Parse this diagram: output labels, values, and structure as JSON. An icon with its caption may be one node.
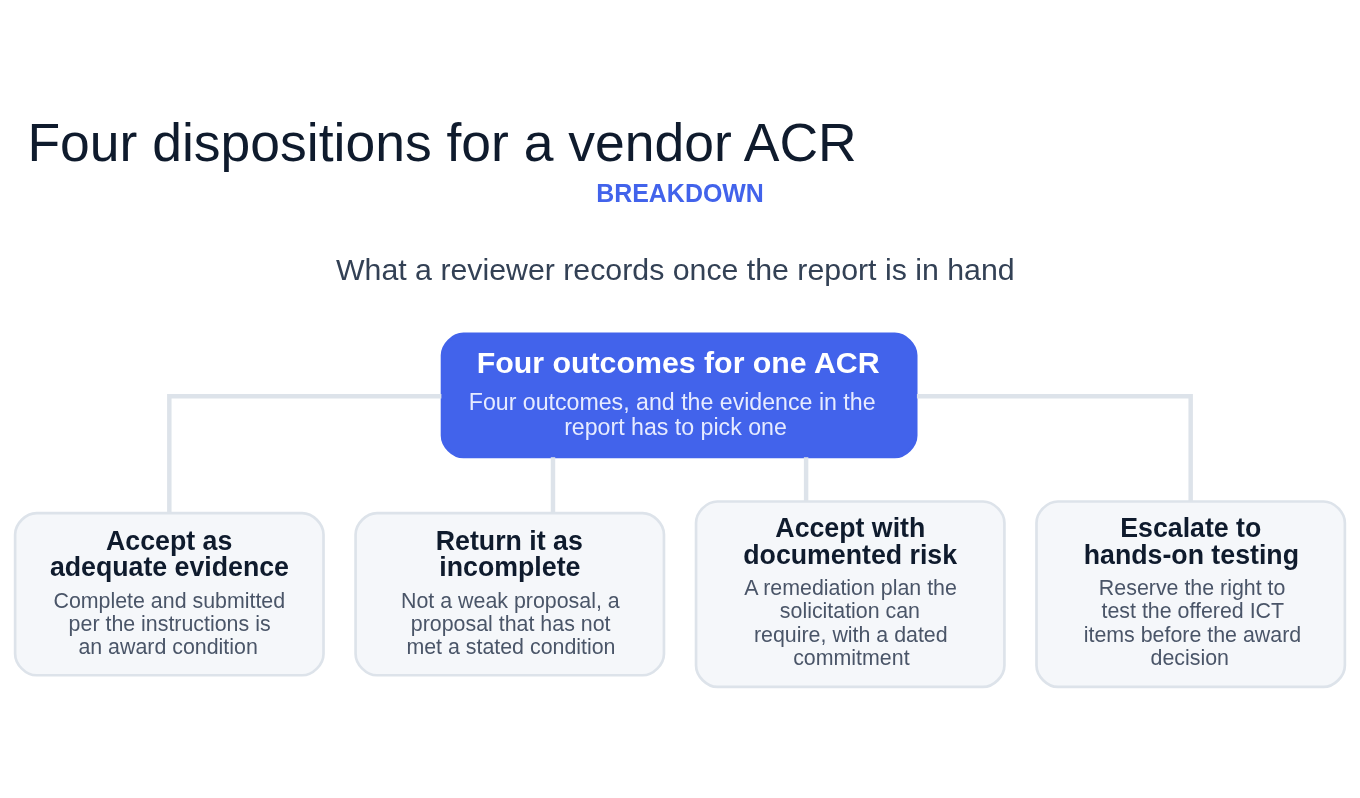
{
  "diagram": {
    "title": "Four dispositions for a vendor ACR",
    "nodes": [
      {
        "text": [
          "Four outcomes for one ACR",
          "Four outcomes, and the evidence in the report has to pick one"
        ]
      },
      {
        "text": [
          "Accept as adequate evidence",
          "Complete and submitted per the instructions is an award condition"
        ]
      },
      {
        "text": [
          "Return it as incomplete",
          "Not a weak proposal, a proposal that has not met a stated condition"
        ]
      },
      {
        "text": [
          "Accept with documented risk",
          "A remediation plan the solicitation can require, with a dated commitment"
        ]
      },
      {
        "text": [
          "Escalate to hands-on testing",
          "Reserve the right to test the offered ICT items before the award decision"
        ]
      }
    ],
    "edges": [
      {
        "from": 0,
        "to": 1,
        "arrow": "none"
      },
      {
        "from": 0,
        "to": 2,
        "arrow": "none"
      },
      {
        "from": 0,
        "to": 3,
        "arrow": "none"
      },
      {
        "from": 0,
        "to": 4,
        "arrow": "none"
      }
    ],
    "labels": [
      "BREAKDOWN",
      "What a reviewer records once the report is in hand"
    ]
  }
}
